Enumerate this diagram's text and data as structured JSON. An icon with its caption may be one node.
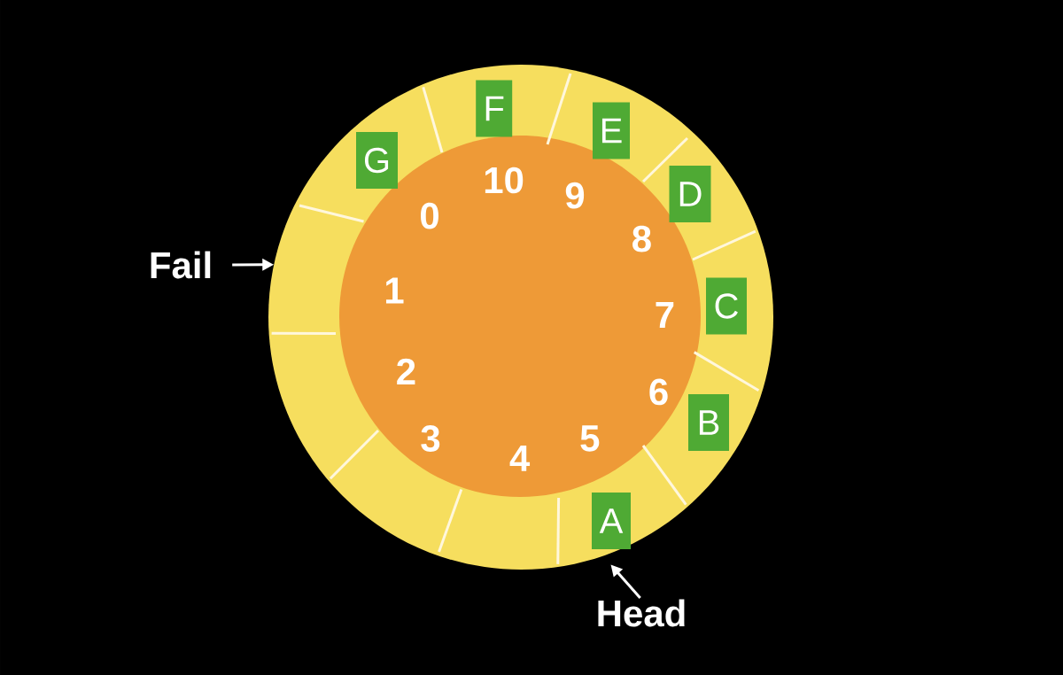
{
  "diagram": {
    "nodes": [
      {
        "text": [],
        "shape": "circle"
      },
      {
        "text": [
          "0",
          "1",
          "2",
          "3",
          "4",
          "5",
          "6",
          "7",
          "8",
          "9",
          "10"
        ],
        "in": 0
      },
      {
        "text": [
          "A"
        ],
        "in": 0
      },
      {
        "text": [
          "B"
        ],
        "in": 0
      },
      {
        "text": [
          "C"
        ],
        "in": 0
      },
      {
        "text": [
          "D"
        ],
        "in": 0
      },
      {
        "text": [
          "E"
        ],
        "in": 0
      },
      {
        "text": [
          "F"
        ],
        "in": 0
      },
      {
        "text": [
          "G"
        ],
        "in": 0
      },
      {
        "text": [
          "Fail"
        ]
      },
      {
        "text": [
          "Head"
        ]
      }
    ],
    "edges": [
      {
        "from": 9,
        "to": 0,
        "arrow": "to"
      },
      {
        "from": 10,
        "to": 0,
        "arrow": "to"
      }
    ]
  }
}
